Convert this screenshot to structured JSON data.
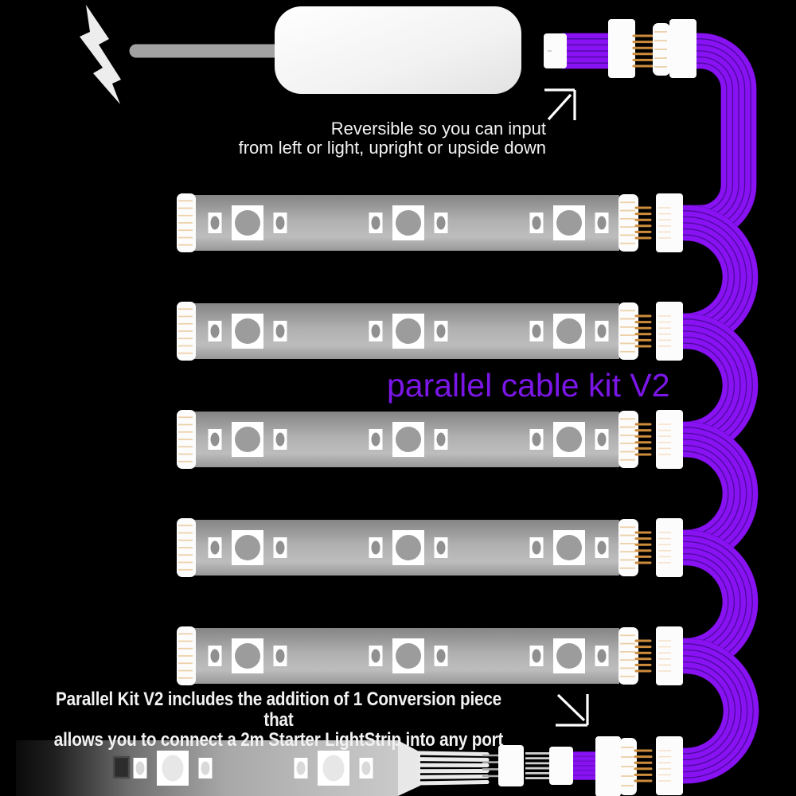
{
  "image_type": "product-diagram",
  "title": {
    "text": "parallel cable kit V2"
  },
  "annotations": {
    "reversible_line1": "Reversible so you can input",
    "reversible_line2": "from left or light, upright or upside down",
    "conversion_line1": "Parallel Kit V2 includes the addition of 1 Conversion piece that",
    "conversion_line2": "allows you to connect a 2m Starter LightStrip into any port"
  },
  "components": {
    "power_icon": "lightning-bolt",
    "controller": "power-controller",
    "strip_count": 5,
    "leds_per_strip": 3,
    "cable_strands": 6,
    "bottom_strip": "2m Starter LightStrip",
    "conversion_piece": "Conversion piece"
  },
  "colors": {
    "background": "#000000",
    "cable_bright": "#8812f1",
    "cable_dark": "#4c0a9e",
    "title_purple": "#7b16e8",
    "text_white": "#f2f2f2",
    "strip_silver": "#b0b0b0",
    "gold_pin": "#cc8c3c",
    "tan_pleat": "#edd0a8",
    "connector_white": "#fcfcfc"
  }
}
